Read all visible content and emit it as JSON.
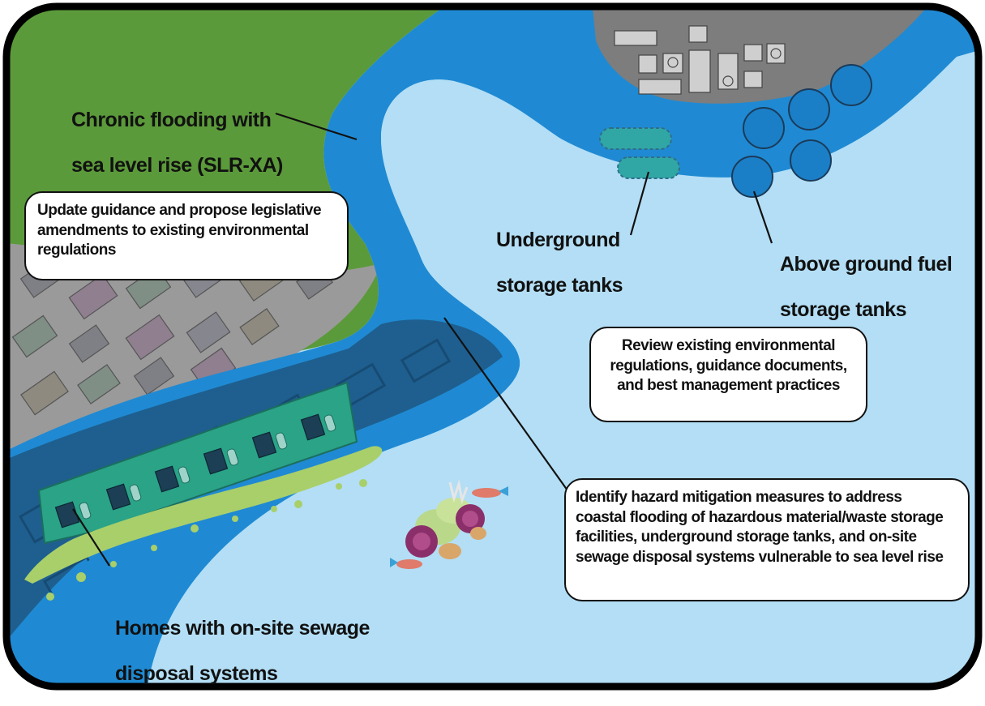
{
  "labels": {
    "chronic_flooding": [
      "Chronic flooding with",
      "sea level rise (SLR-XA)"
    ],
    "underground_tanks": [
      "Underground",
      "storage tanks"
    ],
    "above_ground_tanks": [
      "Above ground fuel",
      "storage tanks"
    ],
    "homes": [
      "Homes with on-site sewage",
      "disposal systems"
    ]
  },
  "callouts": {
    "update_guidance": [
      "Update guidance and propose legislative",
      "amendments to existing environmental",
      "regulations"
    ],
    "review_regulations": [
      "Review existing environmental",
      "regulations, guidance documents,",
      "and best management practices"
    ],
    "identify_measures": [
      "Identify hazard mitigation measures to address",
      "coastal flooding of hazardous material/waste storage",
      "facilities, underground storage tanks, and on-site",
      "sewage disposal systems vulnerable to sea level rise"
    ]
  },
  "colors": {
    "land_green": "#5b9a3a",
    "ocean_light": "#b3def5",
    "flood_blue": "#1f8ad3",
    "deep_blue": "#1e5f8f",
    "homes_teal": "#2aa387",
    "city_gray": "#9a9a9a",
    "industrial_gray": "#7d7d7d",
    "outline": "#111111"
  }
}
